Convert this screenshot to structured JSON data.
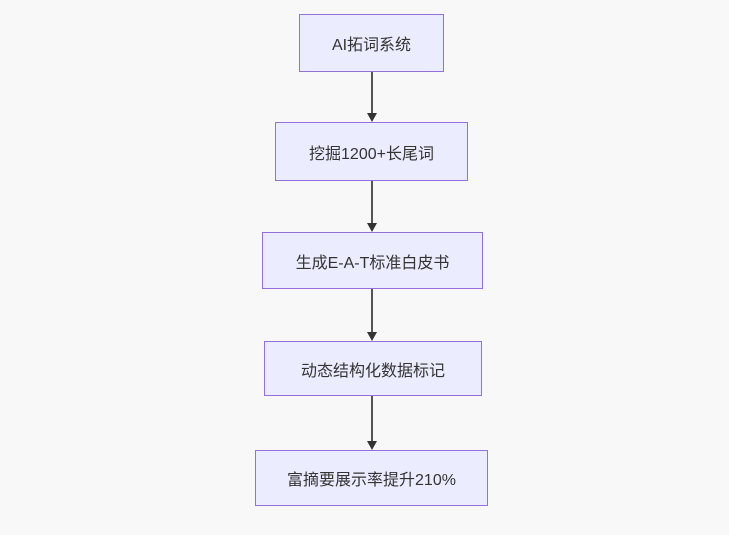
{
  "diagram": {
    "type": "flowchart",
    "direction": "top-down",
    "nodes": [
      {
        "id": "A",
        "label": "AI拓词系统"
      },
      {
        "id": "B",
        "label": "挖掘1200+长尾词"
      },
      {
        "id": "C",
        "label": "生成E-A-T标准白皮书"
      },
      {
        "id": "D",
        "label": "动态结构化数据标记"
      },
      {
        "id": "E",
        "label": "富摘要展示率提升210%"
      }
    ],
    "edges": [
      {
        "from": "A",
        "to": "B"
      },
      {
        "from": "B",
        "to": "C"
      },
      {
        "from": "C",
        "to": "D"
      },
      {
        "from": "D",
        "to": "E"
      }
    ],
    "colors": {
      "node_fill": "#ECECFF",
      "node_border": "#9370DB",
      "node_text": "#333333",
      "edge_line": "#545454",
      "arrowhead": "#333333",
      "background": "#f8f8f8"
    }
  }
}
